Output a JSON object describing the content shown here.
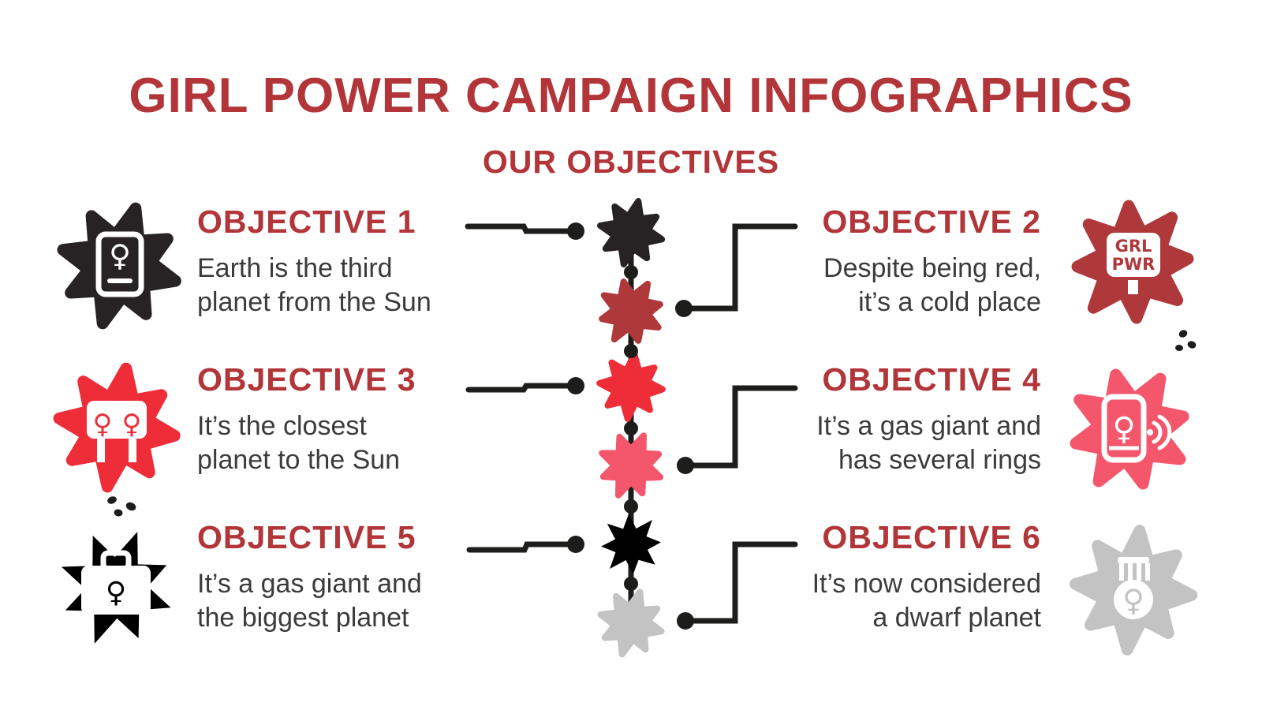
{
  "title": "GIRL POWER CAMPAIGN INFOGRAPHICS",
  "subtitle": "OUR OBJECTIVES",
  "colors": {
    "brand_red": "#b23539",
    "text_dark": "#3b3b3b",
    "connector_black": "#1d1d1b"
  },
  "icon_texts": {
    "female_symbol": "♀",
    "grl": "GRL",
    "pwr": "PWR"
  },
  "objectives": [
    {
      "label": "OBJECTIVE 1",
      "line1": "Earth is the third",
      "line2": "planet from the Sun",
      "color": "#272223",
      "icon": "book-female-icon",
      "side": "left"
    },
    {
      "label": "OBJECTIVE 2",
      "line1": "Despite being red,",
      "line2": "it’s a cold place",
      "color": "#af383b",
      "icon": "grl-pwr-sign-icon",
      "side": "right"
    },
    {
      "label": "OBJECTIVE 3",
      "line1": "It’s the closest",
      "line2": "planet to the Sun",
      "color": "#ee2d39",
      "icon": "protest-banner-icon",
      "side": "left"
    },
    {
      "label": "OBJECTIVE 4",
      "line1": "It’s a gas giant and",
      "line2": "has several rings",
      "color": "#f4566c",
      "icon": "phone-female-icon",
      "side": "right"
    },
    {
      "label": "OBJECTIVE 5",
      "line1": "It’s a gas giant and",
      "line2": "the biggest planet",
      "color": "#ecа6ab",
      "icon": "briefcase-female-icon",
      "side": "left"
    },
    {
      "label": "OBJECTIVE 6",
      "line1": "It’s now considered",
      "line2": "a dwarf planet",
      "color": "#c4c3c3",
      "icon": "medal-female-icon",
      "side": "right"
    }
  ]
}
